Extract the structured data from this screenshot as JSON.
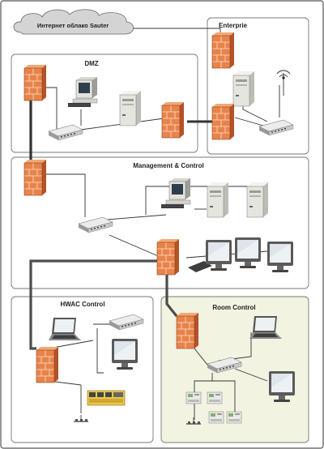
{
  "diagram": {
    "cloud": {
      "label": "Интернет облако Sauter"
    },
    "zones": {
      "enterprise": {
        "label": "Enterprie"
      },
      "dmz": {
        "label": "DMZ"
      },
      "management": {
        "label": "Management & Control"
      },
      "hvac": {
        "label": "HWAC Control"
      },
      "room": {
        "label": "Room Control"
      }
    },
    "colors": {
      "frame": "#555555",
      "zone_fill": "#ffffff",
      "room_fill": "#f3f3e2",
      "firewall": "#e8834a",
      "firewall_dark": "#b3532a",
      "device_light": "#e6e6e6",
      "device_dark": "#555555",
      "link": "#333333",
      "trunk": "#4d4d4d",
      "controller": "#e8c84a"
    },
    "icons": [
      "cloud-icon",
      "firewall-icon",
      "server-tower-icon",
      "workstation-icon",
      "monitor-icon",
      "laptop-icon",
      "network-switch-icon",
      "antenna-icon",
      "controller-icon",
      "sensor-icon"
    ]
  }
}
